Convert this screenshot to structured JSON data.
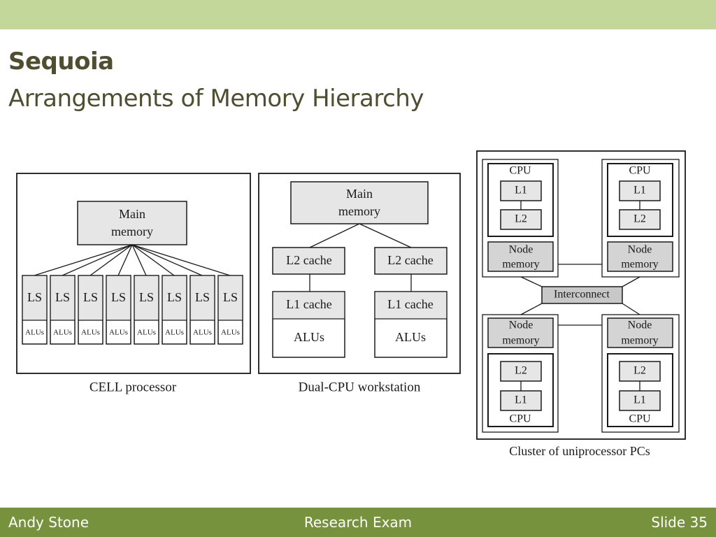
{
  "header": {
    "title": "Sequoia",
    "subtitle": "Arrangements of Memory Hierarchy"
  },
  "cell": {
    "main_memory": [
      "Main",
      "memory"
    ],
    "ls_label": "LS",
    "alu_label": "ALUs",
    "unit_count": 8,
    "caption": "CELL processor"
  },
  "dual": {
    "main_memory": [
      "Main",
      "memory"
    ],
    "l2": "L2 cache",
    "l1": "L1 cache",
    "alus": "ALUs",
    "caption": "Dual-CPU workstation"
  },
  "cluster": {
    "cpu": "CPU",
    "l1": "L1",
    "l2": "L2",
    "node_memory": [
      "Node",
      "memory"
    ],
    "interconnect": "Interconnect",
    "caption": "Cluster of uniprocessor PCs"
  },
  "footer": {
    "author": "Andy Stone",
    "center": "Research Exam",
    "slide": "Slide 35"
  },
  "colors": {
    "top_band": "#c4d79b",
    "footer": "#76923c",
    "title_text": "#4f4f2f",
    "box_fill": "#e6e6e6"
  }
}
